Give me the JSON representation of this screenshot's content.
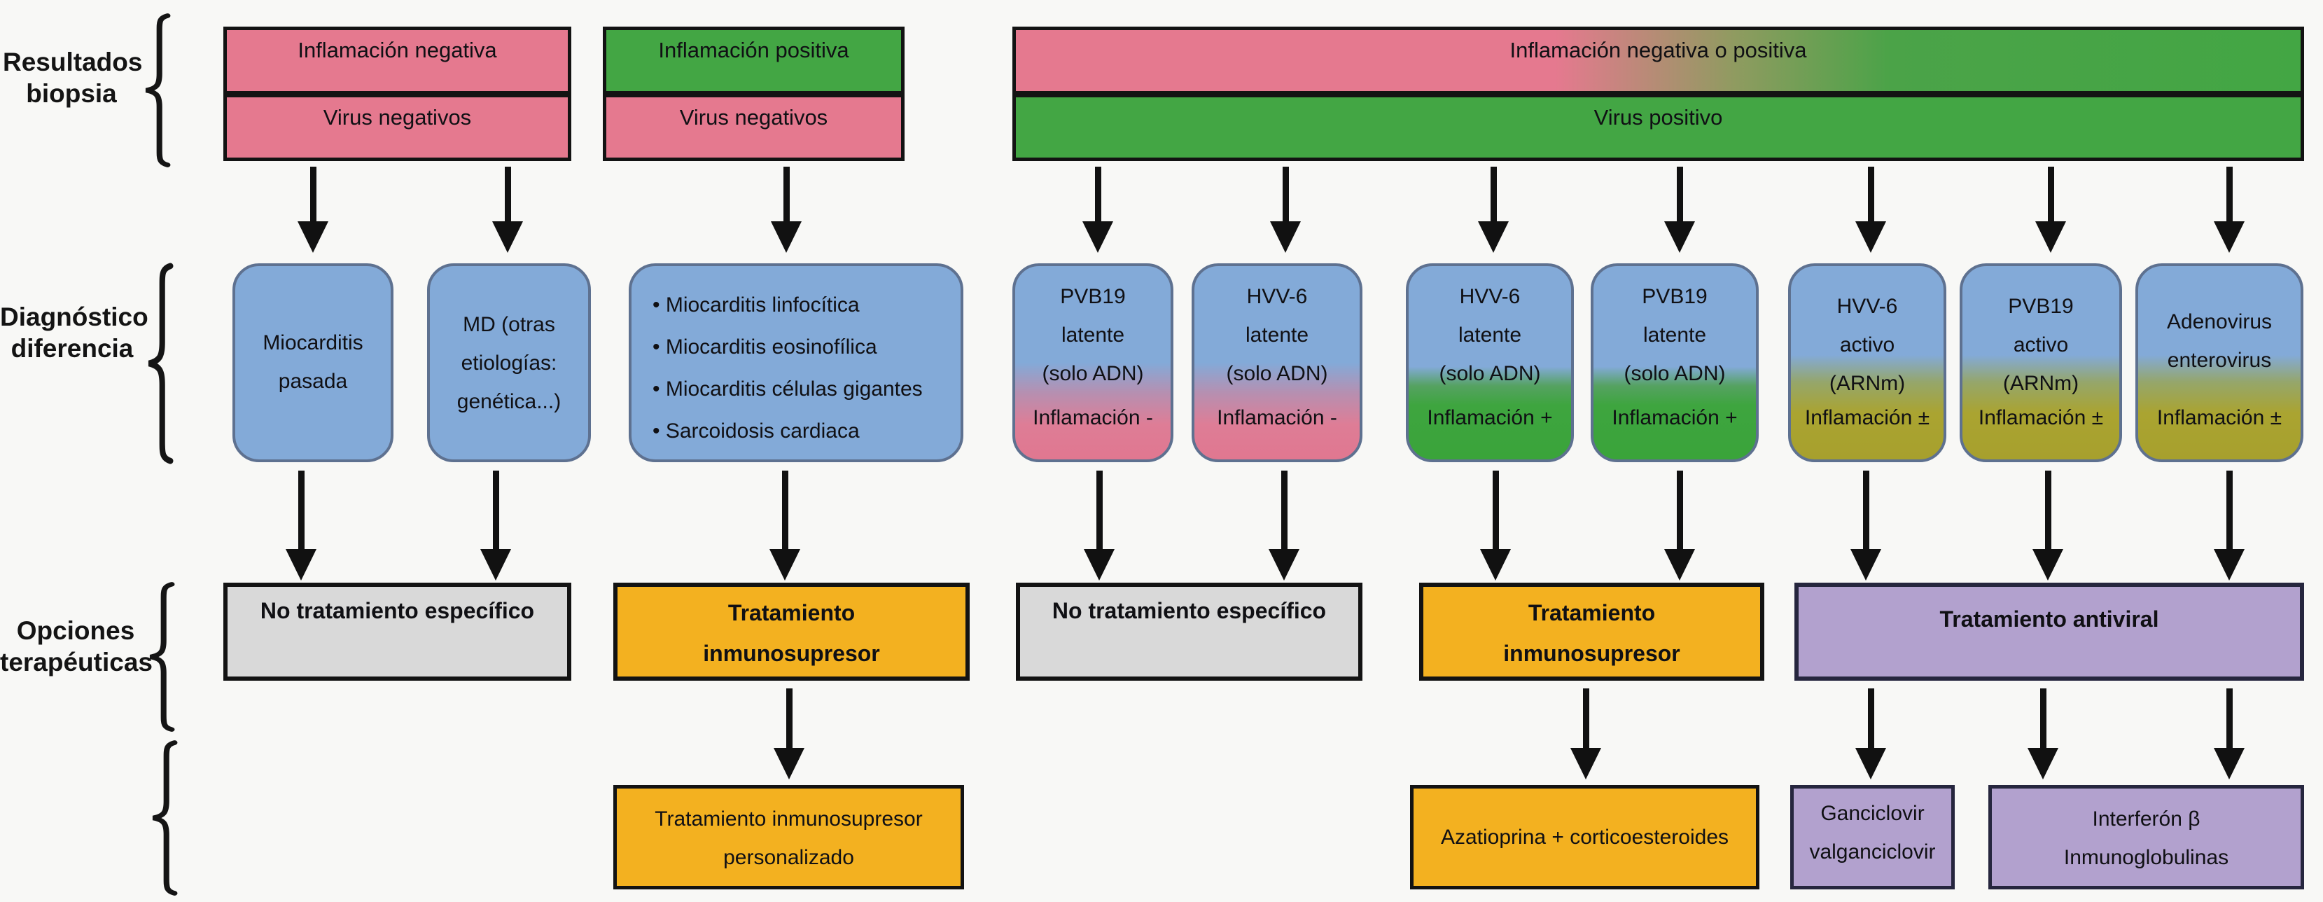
{
  "labels": {
    "biopsy": {
      "line1": "Resultados",
      "line2": "biopsia"
    },
    "diagnosis": {
      "line1": "Diagnóstico",
      "line2": "diferencia"
    },
    "options": {
      "line1": "Opciones",
      "line2": "terapéuticas"
    }
  },
  "biopsy": {
    "box1": {
      "top": "Inflamación negativa",
      "bottom": "Virus negativos"
    },
    "box2": {
      "top": "Inflamación positiva",
      "bottom": "Virus negativos"
    },
    "box3": {
      "top": "Inflamación negativa o positiva",
      "bottom": "Virus positivo"
    }
  },
  "diagnosis": {
    "past": {
      "lines": [
        "Miocarditis",
        "pasada"
      ]
    },
    "md": {
      "lines": [
        "MD (otras",
        "etiologías:",
        "genética...)"
      ]
    },
    "types": {
      "bullets": [
        "Miocarditis linfocítica",
        "Miocarditis eosinofílica",
        "Miocarditis células gigantes",
        "Sarcoidosis cardiaca"
      ]
    },
    "pvb19_lat_1": {
      "lines": [
        "PVB19",
        "latente",
        "(solo ADN)"
      ],
      "status": "Inflamación -"
    },
    "hvv6_lat_1": {
      "lines": [
        "HVV-6",
        "latente",
        "(solo ADN)"
      ],
      "status": "Inflamación -"
    },
    "hvv6_lat_2": {
      "lines": [
        "HVV-6",
        "latente",
        "(solo ADN)"
      ],
      "status": "Inflamación +"
    },
    "pvb19_lat_2": {
      "lines": [
        "PVB19",
        "latente",
        "(solo ADN)"
      ],
      "status": "Inflamación +"
    },
    "hvv6_act": {
      "lines": [
        "HVV-6",
        "activo",
        "(ARNm)"
      ],
      "status": "Inflamación ±"
    },
    "pvb19_act": {
      "lines": [
        "PVB19",
        "activo",
        "(ARNm)"
      ],
      "status": "Inflamación ±"
    },
    "adeno": {
      "lines": [
        "Adenovirus",
        "enterovirus"
      ],
      "status": "Inflamación ±"
    }
  },
  "treatment": {
    "no_specific": "No tratamiento específico",
    "immuno": {
      "line1": "Tratamiento",
      "line2": "inmunosupresor"
    },
    "antiviral": "Tratamiento antiviral"
  },
  "detail": {
    "personalized": {
      "line1": "Tratamiento inmunosupresor",
      "line2": "personalizado"
    },
    "azathioprine": "Azatioprina + corticoesteroides",
    "ganciclovir": {
      "line1": "Ganciclovir",
      "line2": "valganciclovir"
    },
    "interferon": {
      "line1": "Interferón β",
      "line2": "Inmunoglobulinas"
    }
  },
  "colors": {
    "background": "#f8f8f6",
    "pink": "#e5798f",
    "green": "#43a644",
    "blue": "#83aad8",
    "blue_border": "#5e7190",
    "gray": "#d9d9d9",
    "yellow": "#f3b120",
    "purple": "#b2a1ce",
    "purple_border": "#26263e",
    "olive": "#a7a02d",
    "line": "#131313"
  }
}
